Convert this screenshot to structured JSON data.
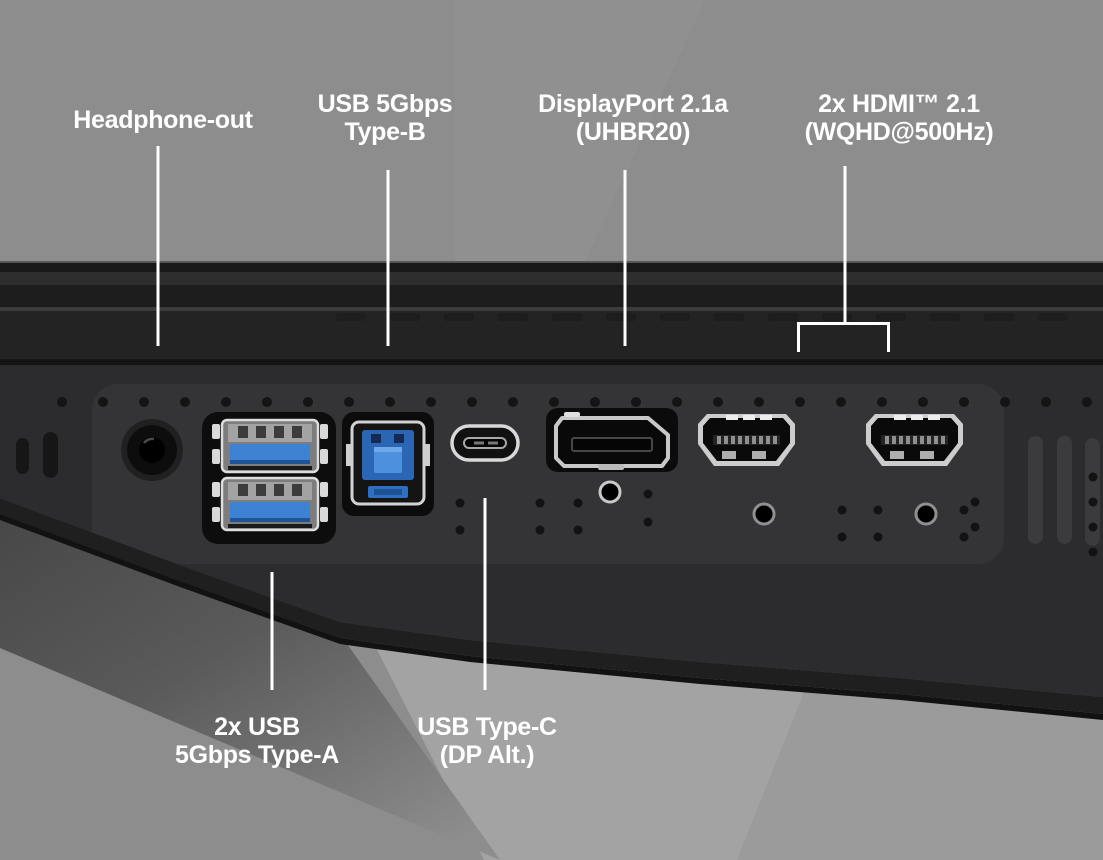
{
  "figure": {
    "type": "monitor-rear-io-callout-diagram",
    "description_visible_text_only": true
  },
  "callouts": {
    "headphone": {
      "label": "Headphone-out"
    },
    "usb_b": {
      "line1": "USB 5Gbps",
      "line2": "Type-B"
    },
    "displayport": {
      "line1": "DisplayPort 2.1a",
      "line2": "(UHBR20)"
    },
    "hdmi": {
      "line1": "2x HDMI™ 2.1",
      "line2": "(WQHD@500Hz)"
    },
    "usb_a": {
      "line1": "2x USB",
      "line2": "5Gbps Type-A"
    },
    "usb_c": {
      "line1": "USB Type-C",
      "line2": "(DP Alt.)"
    }
  },
  "ports": [
    {
      "name": "headphone-jack"
    },
    {
      "name": "usb-a-5gbps-port-1"
    },
    {
      "name": "usb-a-5gbps-port-2"
    },
    {
      "name": "usb-b-5gbps-port"
    },
    {
      "name": "usb-c-dp-alt-port"
    },
    {
      "name": "displayport-2-1a-port"
    },
    {
      "name": "hdmi-2-1-port-1"
    },
    {
      "name": "hdmi-2-1-port-2"
    }
  ],
  "colors": {
    "background_gray": "#8d8d8d",
    "monitor_body": "#2c2c2e",
    "connector_silver": "#cfcfcf",
    "usb_blue": "#3e83d3",
    "usb_blue_dark": "#2b66b4",
    "label_text": "#ffffff",
    "callout_line": "#ffffff"
  }
}
